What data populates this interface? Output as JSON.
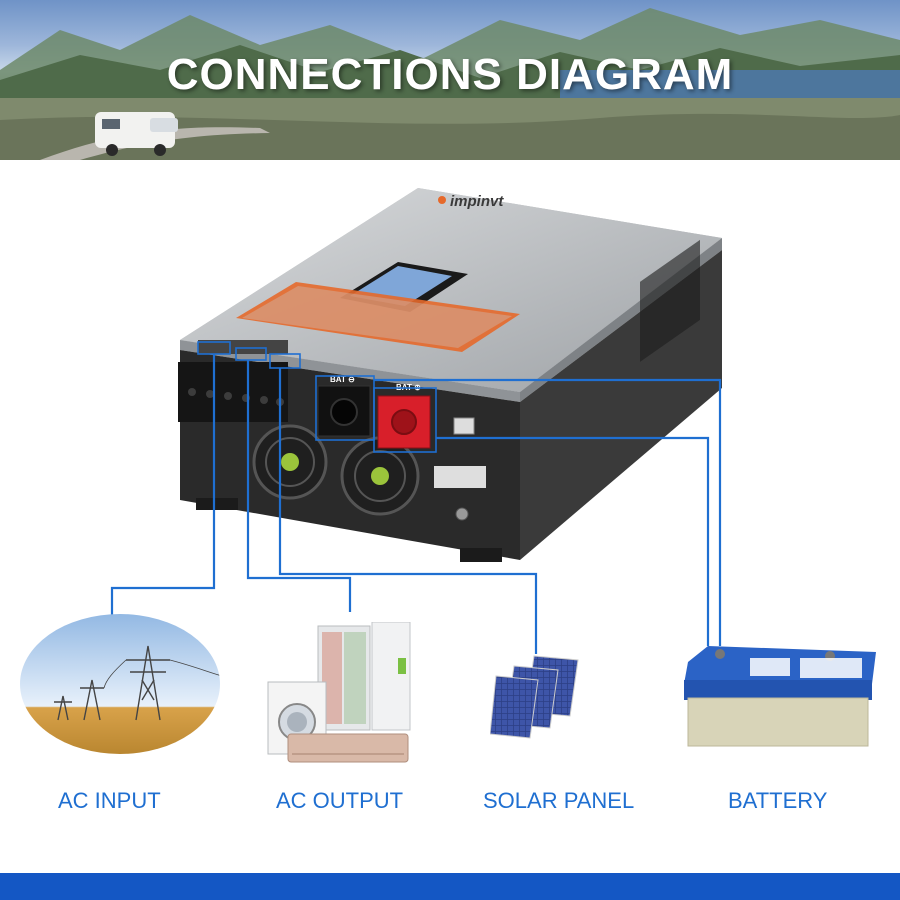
{
  "banner": {
    "title": "CONNECTIONS DIAGRAM"
  },
  "device": {
    "brand": "impinvt"
  },
  "ports": {
    "bat_neg": "BAT ⊖",
    "bat_pos": "BAT ⊕"
  },
  "labels": {
    "ac_input": "AC INPUT",
    "ac_output": "AC OUTPUT",
    "solar_panel": "SOLAR PANEL",
    "battery": "BATTERY"
  },
  "colors": {
    "wire": "#1f6fd1",
    "accent": "#1457c4",
    "bat_positive": "#d81f2a",
    "brand_orange": "#e6692b"
  }
}
